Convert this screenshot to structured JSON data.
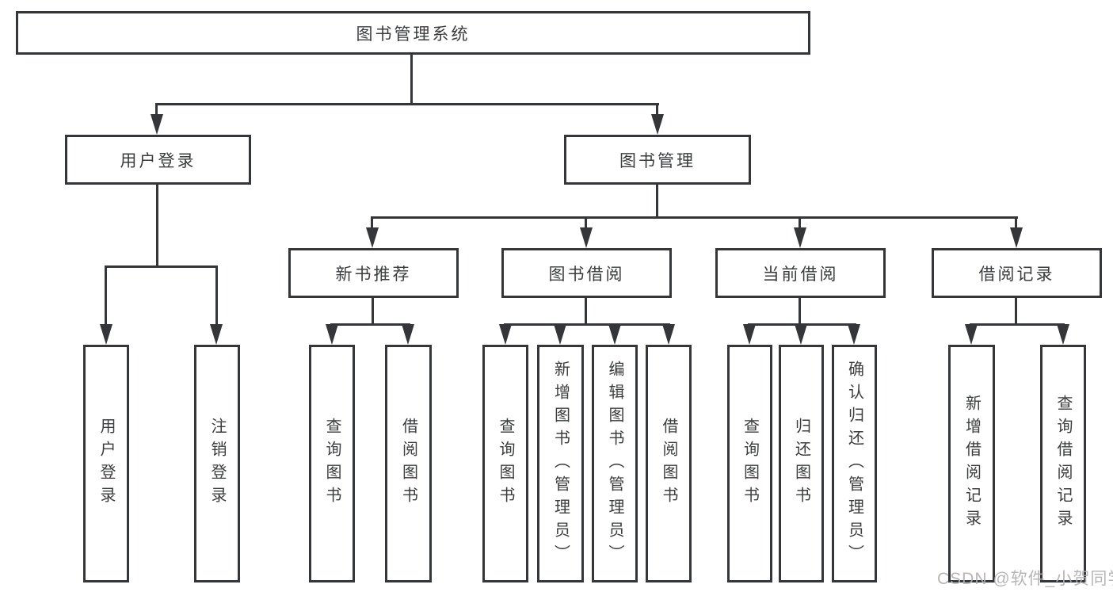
{
  "diagram": {
    "root": {
      "label": "图书管理系统"
    },
    "branches": [
      {
        "label": "用户登录",
        "children": [
          {
            "label": "用户登录"
          },
          {
            "label": "注销登录"
          }
        ]
      },
      {
        "label": "图书管理",
        "children": [
          {
            "label": "新书推荐",
            "children": [
              {
                "label": "查询图书"
              },
              {
                "label": "借阅图书"
              }
            ]
          },
          {
            "label": "图书借阅",
            "children": [
              {
                "label": "查询图书"
              },
              {
                "label": "新增图书（管理员）"
              },
              {
                "label": "编辑图书（管理员）"
              },
              {
                "label": "借阅图书"
              }
            ]
          },
          {
            "label": "当前借阅",
            "children": [
              {
                "label": "查询图书"
              },
              {
                "label": "归还图书"
              },
              {
                "label": "确认归还（管理员）"
              }
            ]
          },
          {
            "label": "借阅记录",
            "children": [
              {
                "label": "新增借阅记录"
              },
              {
                "label": "查询借阅记录"
              }
            ]
          }
        ]
      }
    ],
    "watermark": "CSDN @软件_小贺同学",
    "colors": {
      "line": "#35363a",
      "text": "#3b3c3e",
      "background": "#ffffff",
      "watermark": "#b0b0b0"
    }
  }
}
